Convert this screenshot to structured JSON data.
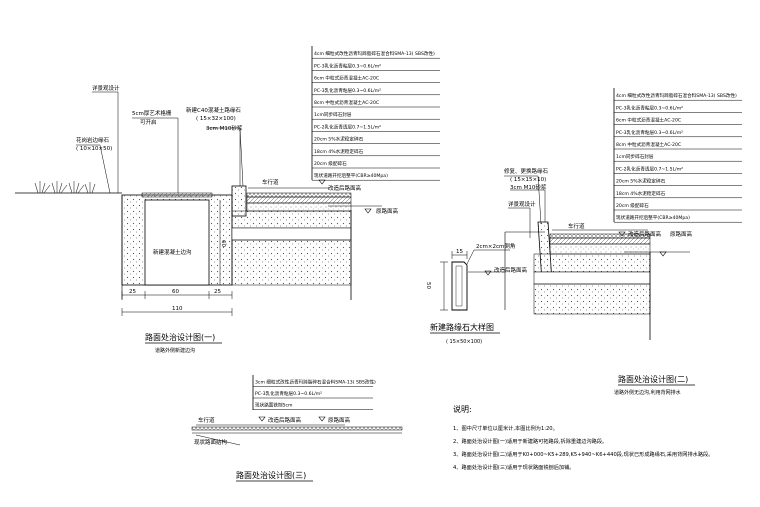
{
  "drawing1": {
    "layers": [
      "4cm 细粒式改性沥青玛蹄脂碎石混合料SMA-13( SBS改性)",
      "PC-3乳化沥青粘层0.3~0.6L/m²",
      "6cm 中粒式沥青混凝土AC-20C",
      "PC-3乳化沥青粘层0.3~0.6L/m²",
      "8cm 中粒式沥青混凝土AC-20C",
      "1cm同步碎石封层",
      "PC-2乳化沥青透层0.7~1.5L/m²",
      "20cm 5%水泥稳定碎石",
      "18cm 4%水泥稳定碎石",
      "20cm 级配碎石",
      "现状道路开挖后整平(CBR≥40Mpa)"
    ],
    "labels": {
      "pipe": "详景观设计",
      "trench": "5cm厚艺术格栅",
      "trench2": "可开启",
      "curb": "新建C40混凝土路缘石",
      "curb_size": "( 15×32×100)",
      "mortar": "3cm M10砂浆",
      "planter": "花岗岩边缘石",
      "planter_size": "( 10×10×50)",
      "lane": "车行道",
      "road_elev": "改造后路面高",
      "orig_elev": "原路面高",
      "drain": "新建混凝土边沟",
      "dim_depth": "60",
      "dim_left": "25",
      "dim_mid": "60",
      "dim_right": "25",
      "dim_total": "110"
    },
    "title": "路面处治设计图(一)",
    "subtitle": "道路外侧新建边沟"
  },
  "drawing2": {
    "layers": [
      "4cm 细粒式改性沥青玛蹄脂碎石混合料SMA-13( SBS改性)",
      "PC-3乳化沥青粘层0.3~0.6L/m²",
      "6cm 中粒式沥青混凝土AC-20C",
      "PC-3乳化沥青粘层0.3~0.6L/m²",
      "8cm 中粒式沥青混凝土AC-20C",
      "1cm同步碎石封层",
      "PC-2乳化沥青透层0.7~1.5L/m²",
      "20cm 5%水泥稳定碎石",
      "18cm 4%水泥稳定碎石",
      "20cm 级配碎石",
      "现状道路开挖后整平(CBR≥40Mpa)"
    ],
    "labels": {
      "repair": "修复、更换路缘石",
      "repair_size": "( 15×15×10)",
      "mortar": "3cm M10砂浆",
      "pipe": "详景观设计",
      "lane": "车行道",
      "road_elev": "改造后路面高",
      "orig_elev": "原路面高"
    },
    "title": "路面处治设计图(二)",
    "subtitle": "道路外侧无边沟,利用背网排水"
  },
  "detail": {
    "dim_width": "15",
    "chamfer": "2cm×2cm倒角",
    "dim_height": "50",
    "road_elev": "改造后路面高",
    "title": "新建路缘石大样图",
    "size": "( 15×50×100)"
  },
  "drawing3": {
    "layers": [
      "3cm 细粒式改性沥青玛蹄脂碎石混合料SMA-13( SBS改性)",
      "PC-3乳化沥青粘层0.3~0.6L/m²",
      "现状路面铣刨5cm"
    ],
    "labels": {
      "lane": "车行道",
      "road_elev": "改造后路面高",
      "orig_elev": "原路面高",
      "structure": "现状路面结构"
    },
    "title": "路面处治设计图(三)"
  },
  "notes": {
    "heading": "说明:",
    "items": [
      "1、图中尺寸单位以厘米计,本图比例为1:20。",
      "2、路面处治设计图(一)适用于新建路可拓路段,拆除重建边沟路段。",
      "3、路面处治设计图(二)适用于K0+000~K5+289,K5+940~K6+440段,现状已形成路缘石,采用背网排水路段。",
      "4、路面处治设计图(三)适用于现状路面铣刨后加铺。"
    ]
  }
}
